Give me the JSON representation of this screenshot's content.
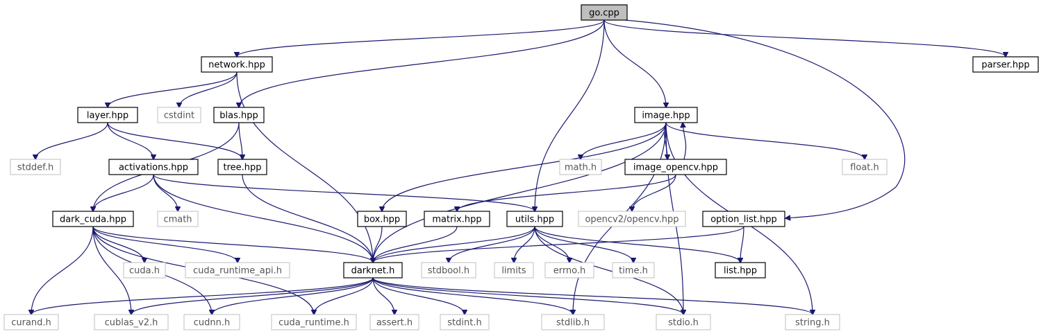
{
  "nodes": [
    {
      "id": "go_cpp",
      "label": "go.cpp",
      "kind": "root"
    },
    {
      "id": "network_hpp",
      "label": "network.hpp",
      "kind": "header"
    },
    {
      "id": "parser_hpp",
      "label": "parser.hpp",
      "kind": "header"
    },
    {
      "id": "layer_hpp",
      "label": "layer.hpp",
      "kind": "header"
    },
    {
      "id": "cstdint",
      "label": "cstdint",
      "kind": "system"
    },
    {
      "id": "blas_hpp",
      "label": "blas.hpp",
      "kind": "header"
    },
    {
      "id": "image_hpp",
      "label": "image.hpp",
      "kind": "header"
    },
    {
      "id": "stddef_h",
      "label": "stddef.h",
      "kind": "system"
    },
    {
      "id": "activations_hpp",
      "label": "activations.hpp",
      "kind": "header"
    },
    {
      "id": "tree_hpp",
      "label": "tree.hpp",
      "kind": "header"
    },
    {
      "id": "math_h",
      "label": "math.h",
      "kind": "system"
    },
    {
      "id": "image_opencv_hpp",
      "label": "image_opencv.hpp",
      "kind": "header"
    },
    {
      "id": "float_h",
      "label": "float.h",
      "kind": "system"
    },
    {
      "id": "dark_cuda_hpp",
      "label": "dark_cuda.hpp",
      "kind": "header"
    },
    {
      "id": "cmath",
      "label": "cmath",
      "kind": "system"
    },
    {
      "id": "box_hpp",
      "label": "box.hpp",
      "kind": "header"
    },
    {
      "id": "matrix_hpp",
      "label": "matrix.hpp",
      "kind": "header"
    },
    {
      "id": "utils_hpp",
      "label": "utils.hpp",
      "kind": "header"
    },
    {
      "id": "opencv2_opencv_hpp",
      "label": "opencv2/opencv.hpp",
      "kind": "system"
    },
    {
      "id": "option_list_hpp",
      "label": "option_list.hpp",
      "kind": "header"
    },
    {
      "id": "cuda_h",
      "label": "cuda.h",
      "kind": "system"
    },
    {
      "id": "cuda_runtime_api_h",
      "label": "cuda_runtime_api.h",
      "kind": "system"
    },
    {
      "id": "darknet_h",
      "label": "darknet.h",
      "kind": "header"
    },
    {
      "id": "stdbool_h",
      "label": "stdbool.h",
      "kind": "system"
    },
    {
      "id": "limits",
      "label": "limits",
      "kind": "system"
    },
    {
      "id": "errno_h",
      "label": "errno.h",
      "kind": "system"
    },
    {
      "id": "time_h",
      "label": "time.h",
      "kind": "system"
    },
    {
      "id": "list_hpp",
      "label": "list.hpp",
      "kind": "header"
    },
    {
      "id": "curand_h",
      "label": "curand.h",
      "kind": "system"
    },
    {
      "id": "cublas_v2_h",
      "label": "cublas_v2.h",
      "kind": "system"
    },
    {
      "id": "cudnn_h",
      "label": "cudnn.h",
      "kind": "system"
    },
    {
      "id": "cuda_runtime_h",
      "label": "cuda_runtime.h",
      "kind": "system"
    },
    {
      "id": "assert_h",
      "label": "assert.h",
      "kind": "system"
    },
    {
      "id": "stdint_h",
      "label": "stdint.h",
      "kind": "system"
    },
    {
      "id": "stdlib_h",
      "label": "stdlib.h",
      "kind": "system"
    },
    {
      "id": "stdio_h",
      "label": "stdio.h",
      "kind": "system"
    },
    {
      "id": "string_h",
      "label": "string.h",
      "kind": "system"
    }
  ],
  "edges": [
    {
      "from": "go_cpp",
      "to": "network_hpp"
    },
    {
      "from": "go_cpp",
      "to": "blas_hpp"
    },
    {
      "from": "go_cpp",
      "to": "utils_hpp"
    },
    {
      "from": "go_cpp",
      "to": "image_hpp"
    },
    {
      "from": "go_cpp",
      "to": "option_list_hpp"
    },
    {
      "from": "go_cpp",
      "to": "parser_hpp"
    },
    {
      "from": "network_hpp",
      "to": "layer_hpp"
    },
    {
      "from": "network_hpp",
      "to": "cstdint"
    },
    {
      "from": "network_hpp",
      "to": "darknet_h"
    },
    {
      "from": "layer_hpp",
      "to": "stddef_h"
    },
    {
      "from": "layer_hpp",
      "to": "activations_hpp"
    },
    {
      "from": "layer_hpp",
      "to": "tree_hpp"
    },
    {
      "from": "blas_hpp",
      "to": "tree_hpp"
    },
    {
      "from": "blas_hpp",
      "to": "dark_cuda_hpp"
    },
    {
      "from": "tree_hpp",
      "to": "darknet_h"
    },
    {
      "from": "activations_hpp",
      "to": "dark_cuda_hpp"
    },
    {
      "from": "activations_hpp",
      "to": "cmath"
    },
    {
      "from": "activations_hpp",
      "to": "darknet_h"
    },
    {
      "from": "activations_hpp",
      "to": "utils_hpp"
    },
    {
      "from": "image_hpp",
      "to": "math_h"
    },
    {
      "from": "image_hpp",
      "to": "image_opencv_hpp"
    },
    {
      "from": "image_hpp",
      "to": "float_h"
    },
    {
      "from": "image_hpp",
      "to": "box_hpp"
    },
    {
      "from": "image_hpp",
      "to": "darknet_h"
    },
    {
      "from": "image_hpp",
      "to": "stdlib_h"
    },
    {
      "from": "image_hpp",
      "to": "stdio_h"
    },
    {
      "from": "image_hpp",
      "to": "string_h"
    },
    {
      "from": "image_opencv_hpp",
      "to": "image_hpp"
    },
    {
      "from": "image_opencv_hpp",
      "to": "matrix_hpp"
    },
    {
      "from": "image_opencv_hpp",
      "to": "opencv2_opencv_hpp"
    },
    {
      "from": "dark_cuda_hpp",
      "to": "cuda_h"
    },
    {
      "from": "dark_cuda_hpp",
      "to": "cuda_runtime_api_h"
    },
    {
      "from": "dark_cuda_hpp",
      "to": "darknet_h"
    },
    {
      "from": "dark_cuda_hpp",
      "to": "curand_h"
    },
    {
      "from": "dark_cuda_hpp",
      "to": "cublas_v2_h"
    },
    {
      "from": "dark_cuda_hpp",
      "to": "cudnn_h"
    },
    {
      "from": "dark_cuda_hpp",
      "to": "cuda_runtime_h"
    },
    {
      "from": "box_hpp",
      "to": "darknet_h"
    },
    {
      "from": "matrix_hpp",
      "to": "darknet_h"
    },
    {
      "from": "utils_hpp",
      "to": "darknet_h"
    },
    {
      "from": "utils_hpp",
      "to": "stdbool_h"
    },
    {
      "from": "utils_hpp",
      "to": "limits"
    },
    {
      "from": "utils_hpp",
      "to": "errno_h"
    },
    {
      "from": "utils_hpp",
      "to": "time_h"
    },
    {
      "from": "utils_hpp",
      "to": "stdio_h"
    },
    {
      "from": "utils_hpp",
      "to": "list_hpp"
    },
    {
      "from": "option_list_hpp",
      "to": "darknet_h"
    },
    {
      "from": "option_list_hpp",
      "to": "list_hpp"
    },
    {
      "from": "darknet_h",
      "to": "curand_h"
    },
    {
      "from": "darknet_h",
      "to": "cublas_v2_h"
    },
    {
      "from": "darknet_h",
      "to": "cudnn_h"
    },
    {
      "from": "darknet_h",
      "to": "cuda_runtime_h"
    },
    {
      "from": "darknet_h",
      "to": "assert_h"
    },
    {
      "from": "darknet_h",
      "to": "stdint_h"
    },
    {
      "from": "darknet_h",
      "to": "stdlib_h"
    },
    {
      "from": "darknet_h",
      "to": "stdio_h"
    },
    {
      "from": "darknet_h",
      "to": "string_h"
    }
  ],
  "colors": {
    "edge": "#191970",
    "header_border": "#000000",
    "system_border": "#bfbfbf",
    "system_text": "#555555",
    "root_fill": "#bfbfbf"
  }
}
